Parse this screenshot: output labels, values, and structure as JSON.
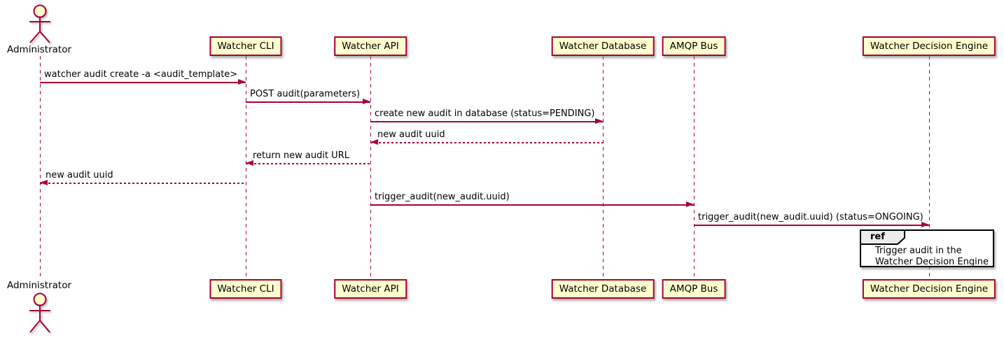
{
  "diagram": {
    "type": "sequence",
    "background": "#FFFFFF",
    "colors": {
      "accent": "#A80036",
      "participant_fill": "#FEFECE",
      "text": "#000000",
      "ref_tab_fill": "#EBEBEB",
      "ref_border": "#000000"
    },
    "actors": {
      "top": {
        "label": "Administrator"
      },
      "bottom": {
        "label": "Administrator"
      }
    },
    "participants": [
      {
        "label": "Watcher CLI"
      },
      {
        "label": "Watcher API"
      },
      {
        "label": "Watcher Database"
      },
      {
        "label": "AMQP Bus"
      },
      {
        "label": "Watcher Decision Engine"
      }
    ],
    "messages": [
      {
        "from": "Administrator",
        "to": "Watcher CLI",
        "style": "solid",
        "label": "watcher audit create -a <audit_template>"
      },
      {
        "from": "Watcher CLI",
        "to": "Watcher API",
        "style": "solid",
        "label": "POST audit(parameters)"
      },
      {
        "from": "Watcher API",
        "to": "Watcher Database",
        "style": "solid",
        "label": "create new audit in database (status=PENDING)"
      },
      {
        "from": "Watcher Database",
        "to": "Watcher API",
        "style": "dashed",
        "label": "new audit uuid"
      },
      {
        "from": "Watcher API",
        "to": "Watcher CLI",
        "style": "dashed",
        "label": "return new audit URL"
      },
      {
        "from": "Watcher CLI",
        "to": "Administrator",
        "style": "dashed",
        "label": "new audit uuid"
      },
      {
        "from": "Watcher API",
        "to": "AMQP Bus",
        "style": "solid",
        "label": "trigger_audit(new_audit.uuid)"
      },
      {
        "from": "AMQP Bus",
        "to": "Watcher Decision Engine",
        "style": "solid",
        "label": "trigger_audit(new_audit.uuid) (status=ONGOING)"
      }
    ],
    "ref": {
      "keyword": "ref",
      "over": "Watcher Decision Engine",
      "line1": "Trigger audit in the",
      "line2": "Watcher Decision Engine"
    }
  }
}
